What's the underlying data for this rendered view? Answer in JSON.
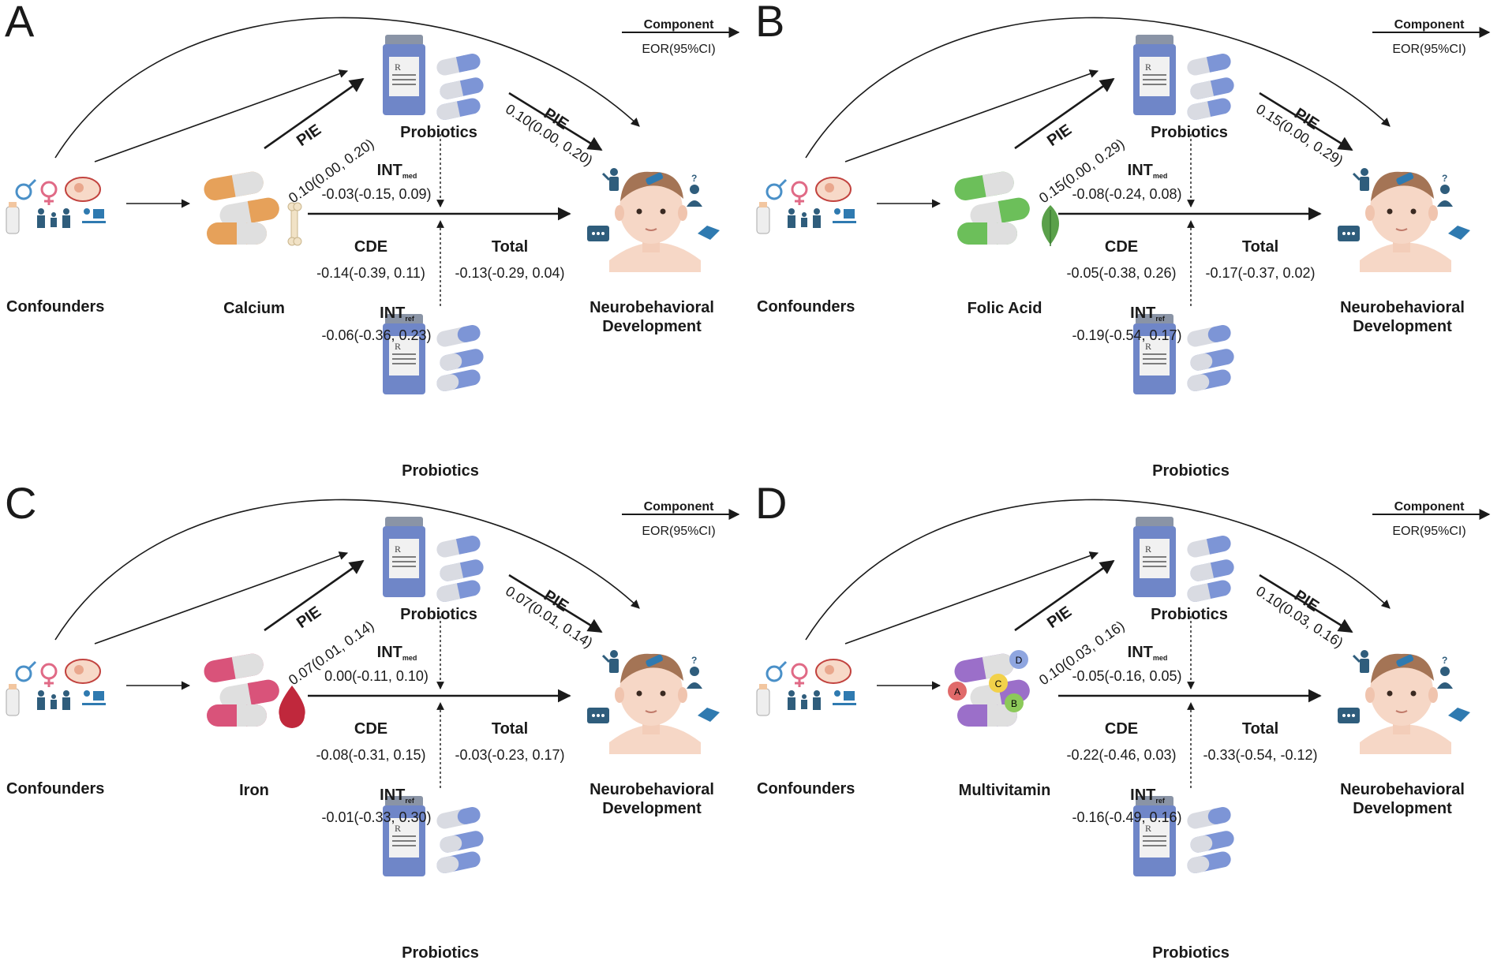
{
  "panels": [
    {
      "letter": "A",
      "mediator": "Calcium",
      "mediator_icon": "calcium-pill-icon",
      "pill_color": "#e6a15a",
      "pie_left": "0.10(0.00, 0.20)",
      "pie_right": "0.10(0.00, 0.20)",
      "int_med": "-0.03(-0.15, 0.09)",
      "cde": "-0.14(-0.39, 0.11)",
      "total": "-0.13(-0.29, 0.04)",
      "int_ref": "-0.06(-0.36, 0.23)"
    },
    {
      "letter": "B",
      "mediator": "Folic Acid",
      "mediator_icon": "folic-acid-pill-icon",
      "pill_color": "#6cbf5a",
      "pie_left": "0.15(0.00, 0.29)",
      "pie_right": "0.15(0.00, 0.29)",
      "int_med": "-0.08(-0.24, 0.08)",
      "cde": "-0.05(-0.38, 0.26)",
      "total": "-0.17(-0.37, 0.02)",
      "int_ref": "-0.19(-0.54, 0.17)"
    },
    {
      "letter": "C",
      "mediator": "Iron",
      "mediator_icon": "iron-pill-icon",
      "pill_color": "#d9537a",
      "pie_left": "0.07(0.01, 0.14)",
      "pie_right": "0.07(0.01, 0.14)",
      "int_med": "0.00(-0.11, 0.10)",
      "cde": "-0.08(-0.31, 0.15)",
      "total": "-0.03(-0.23, 0.17)",
      "int_ref": "-0.01(-0.33, 0.30)"
    },
    {
      "letter": "D",
      "mediator": "Multivitamin",
      "mediator_icon": "multivitamin-pill-icon",
      "pill_color": "#9b6fc9",
      "pie_left": "0.10(0.03, 0.16)",
      "pie_right": "0.10(0.03, 0.16)",
      "int_med": "-0.05(-0.16, 0.05)",
      "cde": "-0.22(-0.46, 0.03)",
      "total": "-0.33(-0.54, -0.12)",
      "int_ref": "-0.16(-0.49, 0.16)"
    }
  ],
  "labels": {
    "confounders": "Confounders",
    "probiotics": "Probiotics",
    "outcome_line1": "Neurobehavioral",
    "outcome_line2": "Development",
    "pie": "PIE",
    "int": "INT",
    "med_sub": "med",
    "ref_sub": "ref",
    "cde": "CDE",
    "total": "Total",
    "component": "Component",
    "eor": "EOR(95%CI)",
    "rx": "R",
    "vitamin_a": "A",
    "vitamin_b": "B",
    "vitamin_c": "C",
    "vitamin_d": "D"
  },
  "colors": {
    "bottle": "#6f86c8",
    "bottle_cap": "#8a94a6",
    "capsule": "#7d95d6",
    "arrow": "#1a1a1a",
    "person": "#2f5d7c"
  }
}
